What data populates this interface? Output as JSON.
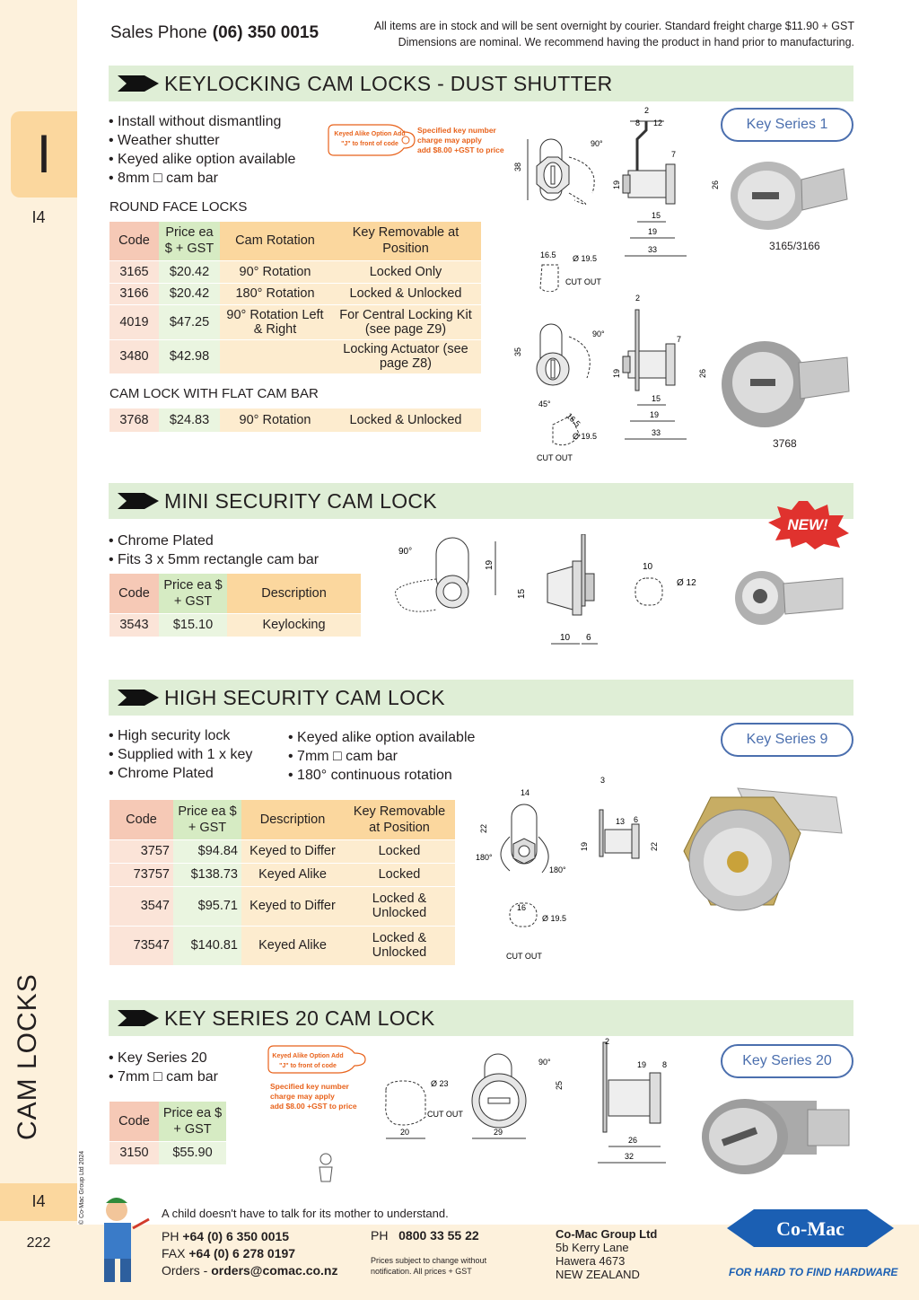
{
  "header": {
    "phone_label": "Sales Phone",
    "phone": "(06) 350 0015",
    "note1": "All items are in stock and will be sent overnight by courier. Standard freight charge $11.90 + GST",
    "note2": "Dimensions are nominal. We recommend having the product in hand prior to manufacturing."
  },
  "side": {
    "tab_letter": "I",
    "tab_code": "I4",
    "vertical_title": "CAM LOCKS",
    "copyright": "© Co-Mac Group Ltd 2024",
    "bottom_code": "I4",
    "page_number": "222"
  },
  "keylock_note": {
    "tag": "Keyed Alike Option Add \"J\" to front of code",
    "line1": "Specified key number",
    "line2": "charge may apply",
    "line3": "add $8.00 +GST to price"
  },
  "s1": {
    "title": "KEYLOCKING CAM LOCKS - DUST SHUTTER",
    "bullets": [
      "• Install without dismantling",
      "• Weather shutter",
      "• Keyed alike option available",
      "• 8mm □ cam bar"
    ],
    "sub1": "ROUND FACE LOCKS",
    "sub2": "CAM LOCK WITH FLAT CAM BAR",
    "key_series": "Key Series 1",
    "photo1_caption": "3165/3166",
    "photo2_caption": "3768",
    "headers": [
      "Code",
      "Price ea $ + GST",
      "Cam Rotation",
      "Key Removable at Position"
    ],
    "rows": [
      [
        "3165",
        "$20.42",
        "90° Rotation",
        "Locked Only"
      ],
      [
        "3166",
        "$20.42",
        "180° Rotation",
        "Locked & Unlocked"
      ],
      [
        "4019",
        "$47.25",
        "90° Rotation Left & Right",
        "For Central Locking Kit (see page Z9)"
      ],
      [
        "3480",
        "$42.98",
        "",
        "Locking Actuator (see page Z8)"
      ]
    ],
    "row_flat": [
      "3768",
      "$24.83",
      "90° Rotation",
      "Locked & Unlocked"
    ],
    "dims": {
      "top": "2",
      "a": "8",
      "b": "12",
      "h38": "38",
      "h19": "19",
      "h26": "26",
      "w15": "15",
      "w19": "19",
      "w33": "33",
      "d7": "7",
      "co": "16.5",
      "dia": "Ø 19.5",
      "cut": "CUT OUT",
      "h35": "35",
      "deg90": "90°",
      "deg45": "45°"
    }
  },
  "s2": {
    "title": "MINI SECURITY CAM LOCK",
    "bullets": [
      "• Chrome Plated",
      "• Fits 3 x 5mm rectangle cam bar"
    ],
    "new": "NEW!",
    "headers": [
      "Code",
      "Price ea $ + GST",
      "Description"
    ],
    "rows": [
      [
        "3543",
        "$15.10",
        "Keylocking"
      ]
    ],
    "dims": {
      "deg": "90°",
      "h19": "19",
      "h15": "15",
      "w10": "10",
      "w6": "6",
      "c10": "10",
      "dia": "Ø 12"
    }
  },
  "s3": {
    "title": "HIGH SECURITY CAM LOCK",
    "bullets_left": [
      "• High security lock",
      "• Supplied with 1 x key",
      "• Chrome Plated"
    ],
    "bullets_right": [
      "• Keyed alike option available",
      "• 7mm □ cam bar",
      "• 180° continuous rotation"
    ],
    "key_series": "Key Series 9",
    "headers": [
      "Code",
      "Price ea $ + GST",
      "Description",
      "Key Removable at Position"
    ],
    "rows": [
      [
        "3757",
        "$94.84",
        "Keyed to Differ",
        "Locked"
      ],
      [
        "73757",
        "$138.73",
        "Keyed Alike",
        "Locked"
      ],
      [
        "3547",
        "$95.71",
        "Keyed to Differ",
        "Locked & Unlocked"
      ],
      [
        "73547",
        "$140.81",
        "Keyed Alike",
        "Locked & Unlocked"
      ]
    ],
    "dims": {
      "w14": "14",
      "h22": "22",
      "d180a": "180°",
      "d180b": "180°",
      "c16": "16",
      "dia": "Ø 19.5",
      "cut": "CUT OUT",
      "t3": "3",
      "w13": "13",
      "w6": "6",
      "h19": "19",
      "h22b": "22"
    }
  },
  "s4": {
    "title": "KEY SERIES 20 CAM LOCK",
    "bullets": [
      "• Key Series 20",
      "• 7mm □ cam bar"
    ],
    "key_series": "Key Series 20",
    "headers": [
      "Code",
      "Price ea $ + GST"
    ],
    "rows": [
      [
        "3150",
        "$55.90"
      ]
    ],
    "dims": {
      "dia": "Ø 23",
      "cut": "CUT OUT",
      "w20": "20",
      "w29": "29",
      "h25": "25",
      "deg": "90°",
      "t2": "2",
      "w19": "19",
      "w8": "8",
      "w26": "26",
      "w32": "32"
    }
  },
  "footer": {
    "quote": "A child doesn't have to talk for its mother to understand.",
    "ph_label": "PH",
    "ph": "+64 (0) 6 350 0015",
    "fax_label": "FAX",
    "fax": "+64 (0) 6 278 0197",
    "orders_label": "Orders -",
    "orders": "orders@comac.co.nz",
    "ph2_label": "PH",
    "ph2": "0800 33 55 22",
    "small1": "Prices subject to change without",
    "small2": "notification. All prices + GST",
    "company": "Co-Mac Group Ltd",
    "addr1": "5b Kerry Lane",
    "addr2": "Hawera 4673",
    "addr3": "NEW ZEALAND",
    "logo": "Co-Mac",
    "tagline": "FOR HARD TO FIND HARDWARE"
  }
}
